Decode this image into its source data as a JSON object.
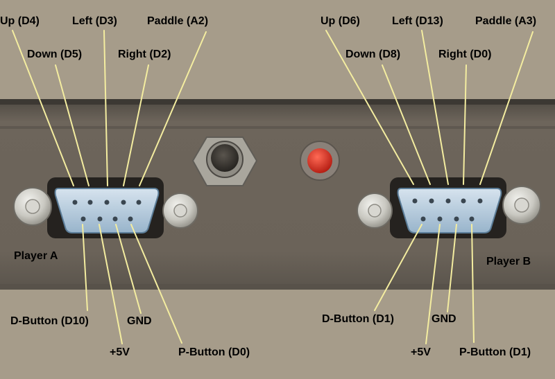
{
  "labels": {
    "player_a": {
      "up": "Up (D4)",
      "down": "Down (D5)",
      "left": "Left (D3)",
      "right": "Right (D2)",
      "paddle": "Paddle (A2)",
      "name": "Player A",
      "d_button": "D-Button (D10)",
      "plus5v": "+5V",
      "gnd": "GND",
      "p_button": "P-Button (D0)"
    },
    "player_b": {
      "up": "Up (D6)",
      "down": "Down (D8)",
      "left": "Left (D13)",
      "right": "Right (D0)",
      "paddle": "Paddle (A3)",
      "name": "Player B",
      "d_button": "D-Button (D1)",
      "plus5v": "+5V",
      "gnd": "GND",
      "p_button": "P-Button (D1)"
    }
  },
  "colors": {
    "background": "#a69c8a",
    "panel": "#6d655b",
    "leader_line": "#f4eda0",
    "connector": "#b9cfdf",
    "led": "#d62a1c",
    "text": "#000000"
  }
}
